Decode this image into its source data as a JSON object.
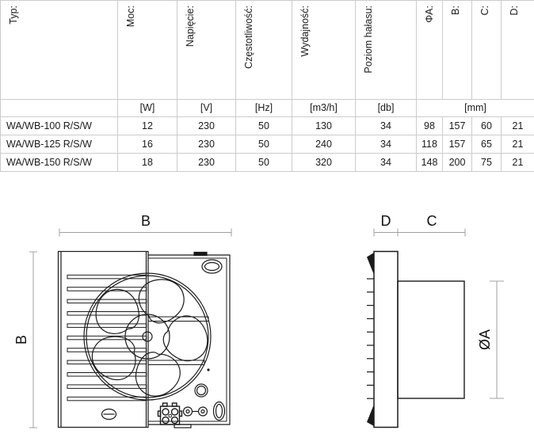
{
  "table": {
    "headers": [
      "Typ:",
      "Moc:",
      "Napięcie:",
      "Częstotliwość:",
      "Wydajność:",
      "Poziom hałasu:",
      "ΦA:",
      "B:",
      "C:",
      "D:"
    ],
    "units": [
      "[W]",
      "[V]",
      "[Hz]",
      "[m3/h]",
      "[db]",
      "[mm]"
    ],
    "rows": [
      [
        "WA/WB-100 R/S/W",
        "12",
        "230",
        "50",
        "130",
        "34",
        "98",
        "157",
        "60",
        "21"
      ],
      [
        "WA/WB-125 R/S/W",
        "16",
        "230",
        "50",
        "240",
        "34",
        "118",
        "157",
        "65",
        "21"
      ],
      [
        "WA/WB-150 R/S/W",
        "18",
        "230",
        "50",
        "320",
        "34",
        "148",
        "200",
        "75",
        "21"
      ]
    ]
  },
  "drawing": {
    "front_width_label": "B",
    "front_height_label": "B",
    "side_panel_depth_label": "D",
    "side_duct_length_label": "C",
    "side_diameter_label": "ØA"
  },
  "colors": {
    "grid_border": "#cccccc",
    "text": "#1a1a1a",
    "drawing_line": "#1b1b1b",
    "dimension_line": "#a0a0a0"
  }
}
